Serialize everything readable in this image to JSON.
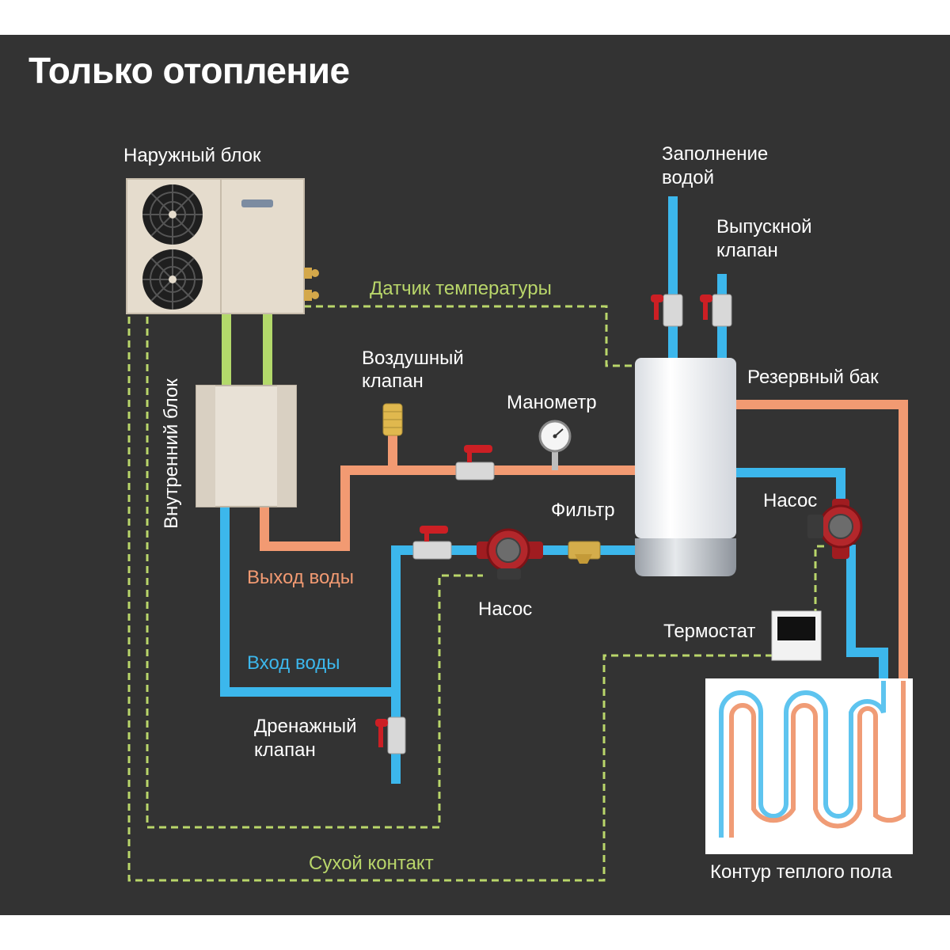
{
  "title": "Только отопление",
  "labels": {
    "outdoor_unit": "Наружный блок",
    "water_fill_1": "Заполнение",
    "water_fill_2": "водой",
    "release_valve_1": "Выпускной",
    "release_valve_2": "клапан",
    "temp_sensor": "Датчик температуры",
    "reserve_tank": "Резервный бак",
    "air_valve_1": "Воздушный",
    "air_valve_2": "клапан",
    "manometer": "Манометр",
    "indoor_unit": "Внутренний блок",
    "filter": "Фильтр",
    "pump_right": "Насос",
    "water_out": "Выход воды",
    "pump_bottom": "Насос",
    "thermostat": "Термостат",
    "water_in": "Вход воды",
    "drain_valve_1": "Дренажный",
    "drain_valve_2": "клапан",
    "dry_contact": "Сухой контакт",
    "floor_loop": "Контур теплого пола"
  },
  "colors": {
    "background": "#333333",
    "hot_pipe": "#f29a72",
    "cold_pipe": "#3cb7ec",
    "refrigerant_pipe": "#b3d96b",
    "signal_line": "#b9d66a"
  },
  "icons": [
    "fan-icon",
    "ball-valve-icon",
    "pump-icon",
    "pressure-gauge-icon",
    "strainer-filter-icon",
    "air-vent-icon"
  ]
}
